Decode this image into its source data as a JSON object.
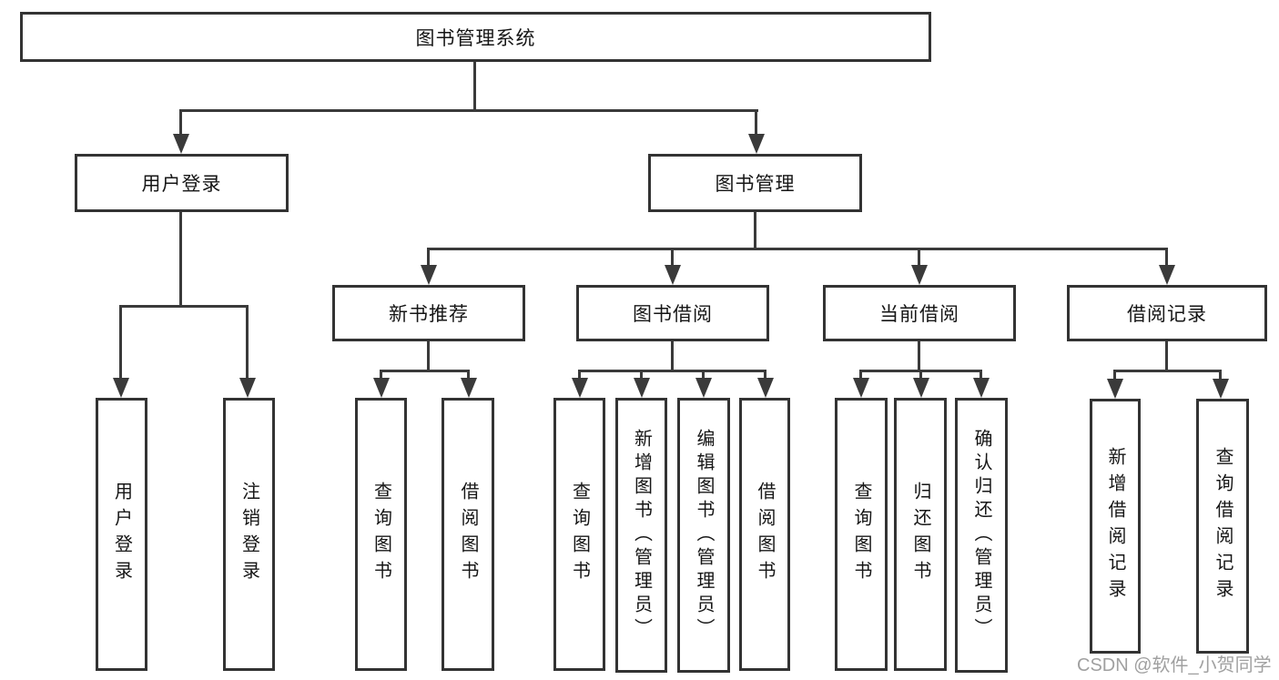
{
  "diagram": {
    "title_node": {
      "label": "图书管理系统"
    },
    "level2": [
      {
        "label": "用户登录"
      },
      {
        "label": "图书管理"
      }
    ],
    "level3": [
      {
        "label": "新书推荐"
      },
      {
        "label": "图书借阅"
      },
      {
        "label": "当前借阅"
      },
      {
        "label": "借阅记录"
      }
    ],
    "leaves": [
      {
        "label": "用户登录",
        "parent": "用户登录"
      },
      {
        "label": "注销登录",
        "parent": "用户登录"
      },
      {
        "label": "查询图书",
        "parent": "新书推荐"
      },
      {
        "label": "借阅图书",
        "parent": "新书推荐"
      },
      {
        "label": "查询图书",
        "parent": "图书借阅"
      },
      {
        "label": "新增图书（管理员）",
        "parent": "图书借阅"
      },
      {
        "label": "编辑图书（管理员）",
        "parent": "图书借阅"
      },
      {
        "label": "借阅图书",
        "parent": "图书借阅"
      },
      {
        "label": "查询图书",
        "parent": "当前借阅"
      },
      {
        "label": "归还图书",
        "parent": "当前借阅"
      },
      {
        "label": "确认归还（管理员）",
        "parent": "当前借阅"
      },
      {
        "label": "新增借阅记录",
        "parent": "借阅记录"
      },
      {
        "label": "查询借阅记录",
        "parent": "借阅记录"
      }
    ]
  },
  "watermark": "CSDN @软件_小贺同学",
  "colors": {
    "box_border": "#333333",
    "connector": "#3a3a3a",
    "text": "#161616",
    "watermark_text": "#a0a0a0",
    "background": "#ffffff"
  }
}
